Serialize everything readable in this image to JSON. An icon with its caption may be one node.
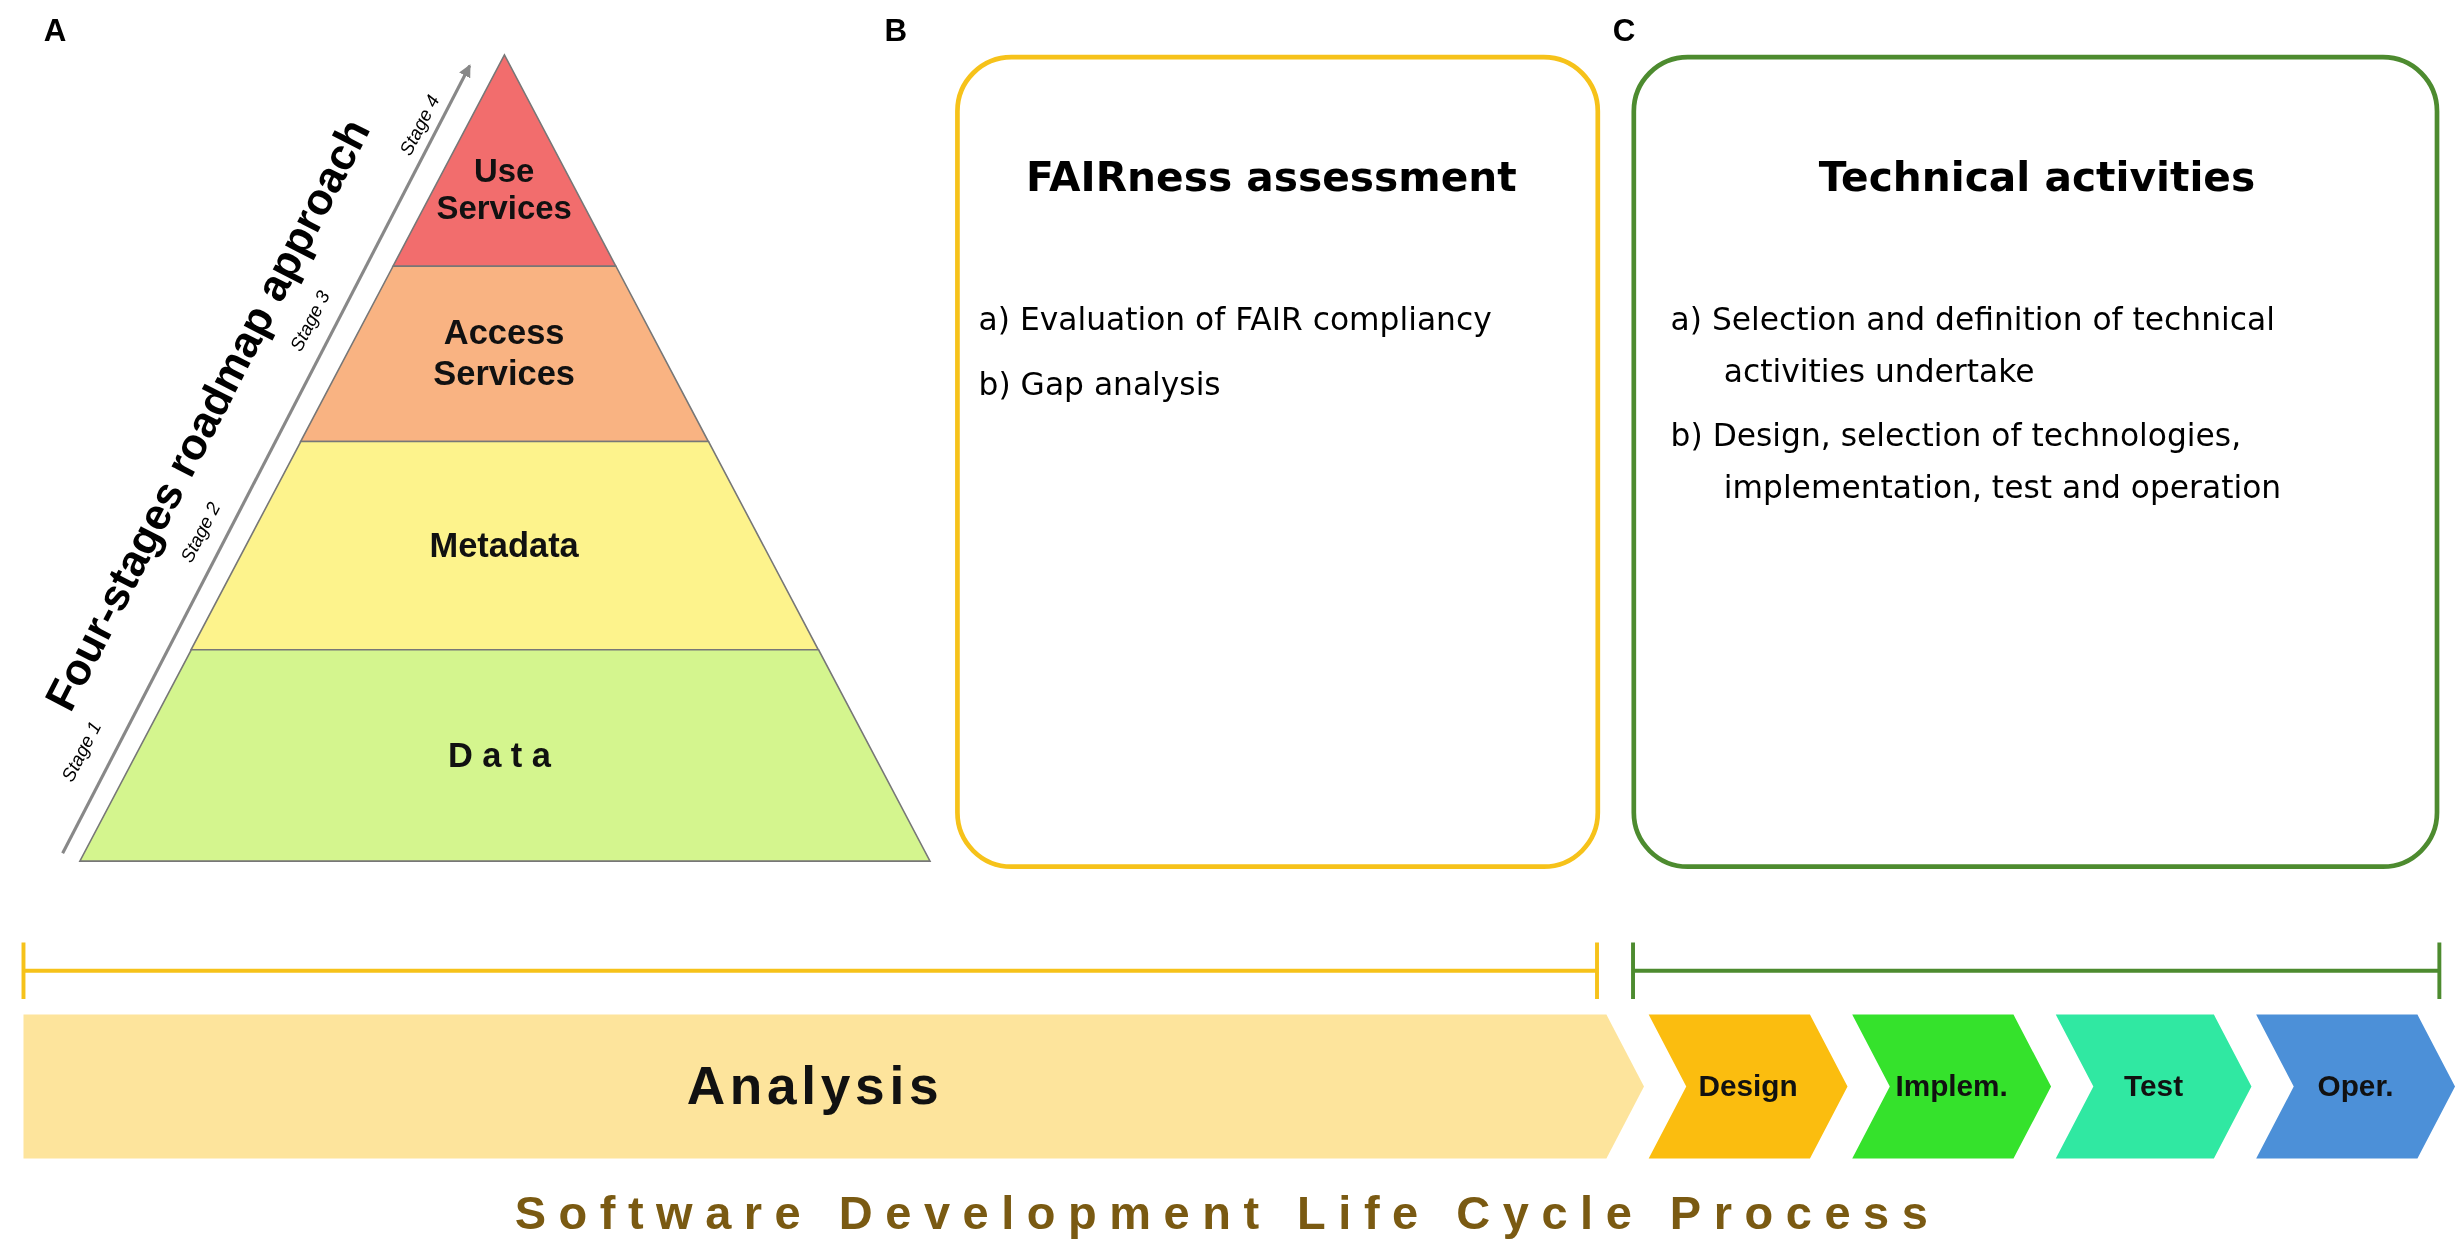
{
  "diagram": {
    "caption": "Software Development Life Cycle Process",
    "nodes": [
      {
        "text": [
          "Use Services"
        ]
      },
      {
        "text": [
          "Access Services"
        ]
      },
      {
        "text": [
          "Metadata"
        ]
      },
      {
        "text": [
          "Data"
        ]
      },
      {
        "text": [
          "FAIRness assessment",
          "a) Evaluation of FAIR compliancy",
          "b) Gap analysis"
        ]
      },
      {
        "text": [
          "Technical activities",
          "a) Selection and definition of technical activities undertake",
          "b) Design, selection of technologies, implementation, test and operation"
        ]
      },
      {
        "text": [
          "Analysis"
        ]
      },
      {
        "text": [
          "Design"
        ]
      },
      {
        "text": [
          "Implem."
        ]
      },
      {
        "text": [
          "Test"
        ]
      },
      {
        "text": [
          "Oper."
        ]
      }
    ],
    "labels": [
      "A",
      "B",
      "C",
      "Four-stages roadmap approach",
      "Stage 4",
      "Stage 3",
      "Stage 2",
      "Stage 1"
    ]
  }
}
